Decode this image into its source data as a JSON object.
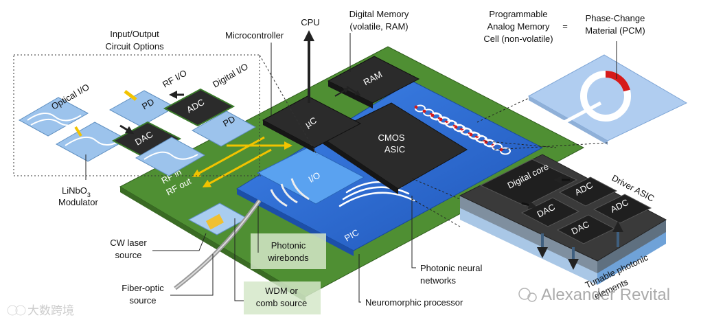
{
  "labels": {
    "io_title_1": "Input/Output",
    "io_title_2": "Circuit Options",
    "optical_io": "Optical I/O",
    "rf_io": "RF I/O",
    "digital_io": "Digital I/O",
    "pd": "PD",
    "adc": "ADC",
    "dac": "DAC",
    "linbo3_1": "LiNbO",
    "linbo3_sub": "3",
    "linbo3_2": "Modulator",
    "cpu": "CPU",
    "microcontroller": "Microcontroller",
    "digital_memory_1": "Digital Memory",
    "digital_memory_2": "(volatile, RAM)",
    "ram": "RAM",
    "uc": "µC",
    "programmable_1": "Programmable",
    "programmable_2": "Analog Memory",
    "programmable_3": "Cell (non-volatile)",
    "equals": "=",
    "pcm_1": "Phase-Change",
    "pcm_2": "Material (PCM)",
    "cmos_1": "CMOS",
    "cmos_2": "ASIC",
    "io_chip": "I/O",
    "rf_in": "RF in",
    "rf_out": "RF out",
    "pic": "PIC",
    "digital_core": "Digital core",
    "driver_asic": "Driver ASIC",
    "tunable_1": "Tunable photonic",
    "tunable_2": "elements",
    "cw_laser_1": "CW laser",
    "cw_laser_2": "source",
    "photonic_wb_1": "Photonic",
    "photonic_wb_2": "wirebonds",
    "fiber_1": "Fiber-optic",
    "fiber_2": "source",
    "wdm_1": "WDM or",
    "wdm_2": "comb source",
    "pnn_1": "Photonic neural",
    "pnn_2": "networks",
    "neuromorphic": "Neuromorphic processor"
  },
  "watermarks": {
    "left": "大数跨境",
    "right": "Alexander Revital"
  },
  "colors": {
    "board_green": "#4f8f33",
    "pic_blue": "#2f6fd6",
    "chip_dark": "#2a2a2a",
    "io_card": "#9cc3ec",
    "arrow_yellow": "#f2c300",
    "pcm_red": "#d61a1a",
    "driver_base": "#8fa7bf"
  },
  "icons": [
    "cpu-arrow-icon",
    "rf-arrow-icon",
    "fiber-cable-icon",
    "pcm-ring-icon",
    "wechat-logo-icon"
  ]
}
